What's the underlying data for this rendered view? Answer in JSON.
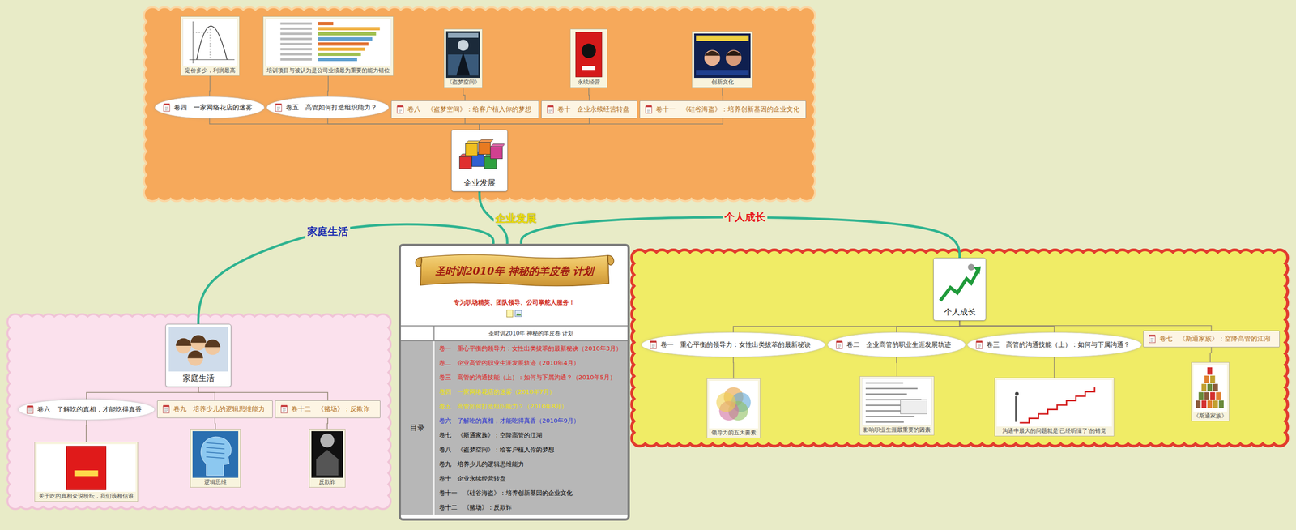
{
  "diagram": {
    "nodes": [
      {
        "text": [
          "圣时训2010年 神秘的羊皮卷 计划",
          "专为职场精英、团队领导、公司掌舵人服务！"
        ]
      },
      {
        "text": [
          "企业发展"
        ]
      },
      {
        "text": [
          "卷四　一家网络花店的迷雾"
        ]
      },
      {
        "text": [
          "卷五　高管如何打造组织能力？"
        ]
      },
      {
        "text": [
          "卷八　《盗梦空间》：给客户植入你的梦想"
        ]
      },
      {
        "text": [
          "卷十　企业永续经营转盘"
        ]
      },
      {
        "text": [
          "卷十一　《硅谷海盗》：培养创新基因的企业文化"
        ]
      },
      {
        "text": [
          "定价多少，利润最高"
        ]
      },
      {
        "text": [
          "培训项目与被认为是公司业绩最为重要的能力错位"
        ]
      },
      {
        "text": [
          "《盗梦空间》"
        ]
      },
      {
        "text": [
          "永续经营"
        ]
      },
      {
        "text": [
          "创新文化"
        ]
      },
      {
        "text": [
          "家庭生活"
        ]
      },
      {
        "text": [
          "卷六　了解吃的真相，才能吃得真香"
        ]
      },
      {
        "text": [
          "卷九　培养少儿的逻辑思维能力"
        ]
      },
      {
        "text": [
          "卷十二　《赌场》：反欺诈"
        ]
      },
      {
        "text": [
          "关于吃的真相众说纷纭，我们该相信谁"
        ]
      },
      {
        "text": [
          "逻辑思维"
        ]
      },
      {
        "text": [
          "反欺诈"
        ]
      },
      {
        "text": [
          "个人成长"
        ]
      },
      {
        "text": [
          "卷一　重心平衡的领导力：女性出类拔萃的最新秘诀"
        ]
      },
      {
        "text": [
          "卷二　企业高管的职业生涯发展轨迹"
        ]
      },
      {
        "text": [
          "卷三　高管的沟通技能（上）：如何与下属沟通？"
        ]
      },
      {
        "text": [
          "卷七　《斯通家族》：空降高管的江湖"
        ]
      },
      {
        "text": [
          "领导力的五大要素"
        ]
      },
      {
        "text": [
          "影响职业生涯最重要的因素"
        ]
      },
      {
        "text": [
          "沟通中最大的问题就是‘已经听懂了’的错觉"
        ]
      },
      {
        "text": [
          "《斯通家族》"
        ]
      }
    ],
    "edges": [
      {
        "from": 0,
        "to": 1,
        "arrow": "none",
        "label": "企业发展"
      },
      {
        "from": 0,
        "to": 12,
        "arrow": "none",
        "label": "家庭生活"
      },
      {
        "from": 0,
        "to": 19,
        "arrow": "none",
        "label": "个人成长"
      },
      {
        "from": 1,
        "to": 2,
        "arrow": "none"
      },
      {
        "from": 1,
        "to": 3,
        "arrow": "none"
      },
      {
        "from": 1,
        "to": 4,
        "arrow": "none"
      },
      {
        "from": 1,
        "to": 5,
        "arrow": "none"
      },
      {
        "from": 1,
        "to": 6,
        "arrow": "none"
      },
      {
        "from": 2,
        "to": 7,
        "arrow": "none"
      },
      {
        "from": 3,
        "to": 8,
        "arrow": "none"
      },
      {
        "from": 4,
        "to": 9,
        "arrow": "none"
      },
      {
        "from": 5,
        "to": 10,
        "arrow": "none"
      },
      {
        "from": 6,
        "to": 11,
        "arrow": "none"
      },
      {
        "from": 12,
        "to": 13,
        "arrow": "none"
      },
      {
        "from": 12,
        "to": 14,
        "arrow": "none"
      },
      {
        "from": 12,
        "to": 15,
        "arrow": "none"
      },
      {
        "from": 13,
        "to": 16,
        "arrow": "none"
      },
      {
        "from": 14,
        "to": 17,
        "arrow": "none"
      },
      {
        "from": 15,
        "to": 18,
        "arrow": "none"
      },
      {
        "from": 19,
        "to": 20,
        "arrow": "none"
      },
      {
        "from": 19,
        "to": 21,
        "arrow": "none"
      },
      {
        "from": 19,
        "to": 22,
        "arrow": "none"
      },
      {
        "from": 19,
        "to": 23,
        "arrow": "none"
      },
      {
        "from": 20,
        "to": 24,
        "arrow": "none"
      },
      {
        "from": 21,
        "to": 25,
        "arrow": "none"
      },
      {
        "from": 22,
        "to": 26,
        "arrow": "none"
      },
      {
        "from": 23,
        "to": 27,
        "arrow": "none"
      }
    ],
    "labels": [
      "圣时训2010年 神秘的羊皮卷 计划",
      "目录",
      "卷一　重心平衡的领导力：女性出类拔萃的最新秘诀（2010年3月）",
      "卷二　企业高管的职业生涯发展轨迹（2010年4月）",
      "卷三　高管的沟通技能（上）：如何与下属沟通？（2010年5月）",
      "卷四　一家网络花店的迷雾（2010年7月）",
      "卷五　高管如何打造组织能力？（2010年8月）",
      "卷六　了解吃的真相，才能吃得真香（2010年9月）",
      "卷七　《斯通家族》：空降高管的江湖",
      "卷八　《盗梦空间》：给客户植入你的梦想",
      "卷九　培养少儿的逻辑思维能力",
      "卷十　企业永续经营转盘",
      "卷十一　《硅谷海盗》：培养创新基因的企业文化",
      "卷十二　《赌场》：反欺诈"
    ]
  }
}
